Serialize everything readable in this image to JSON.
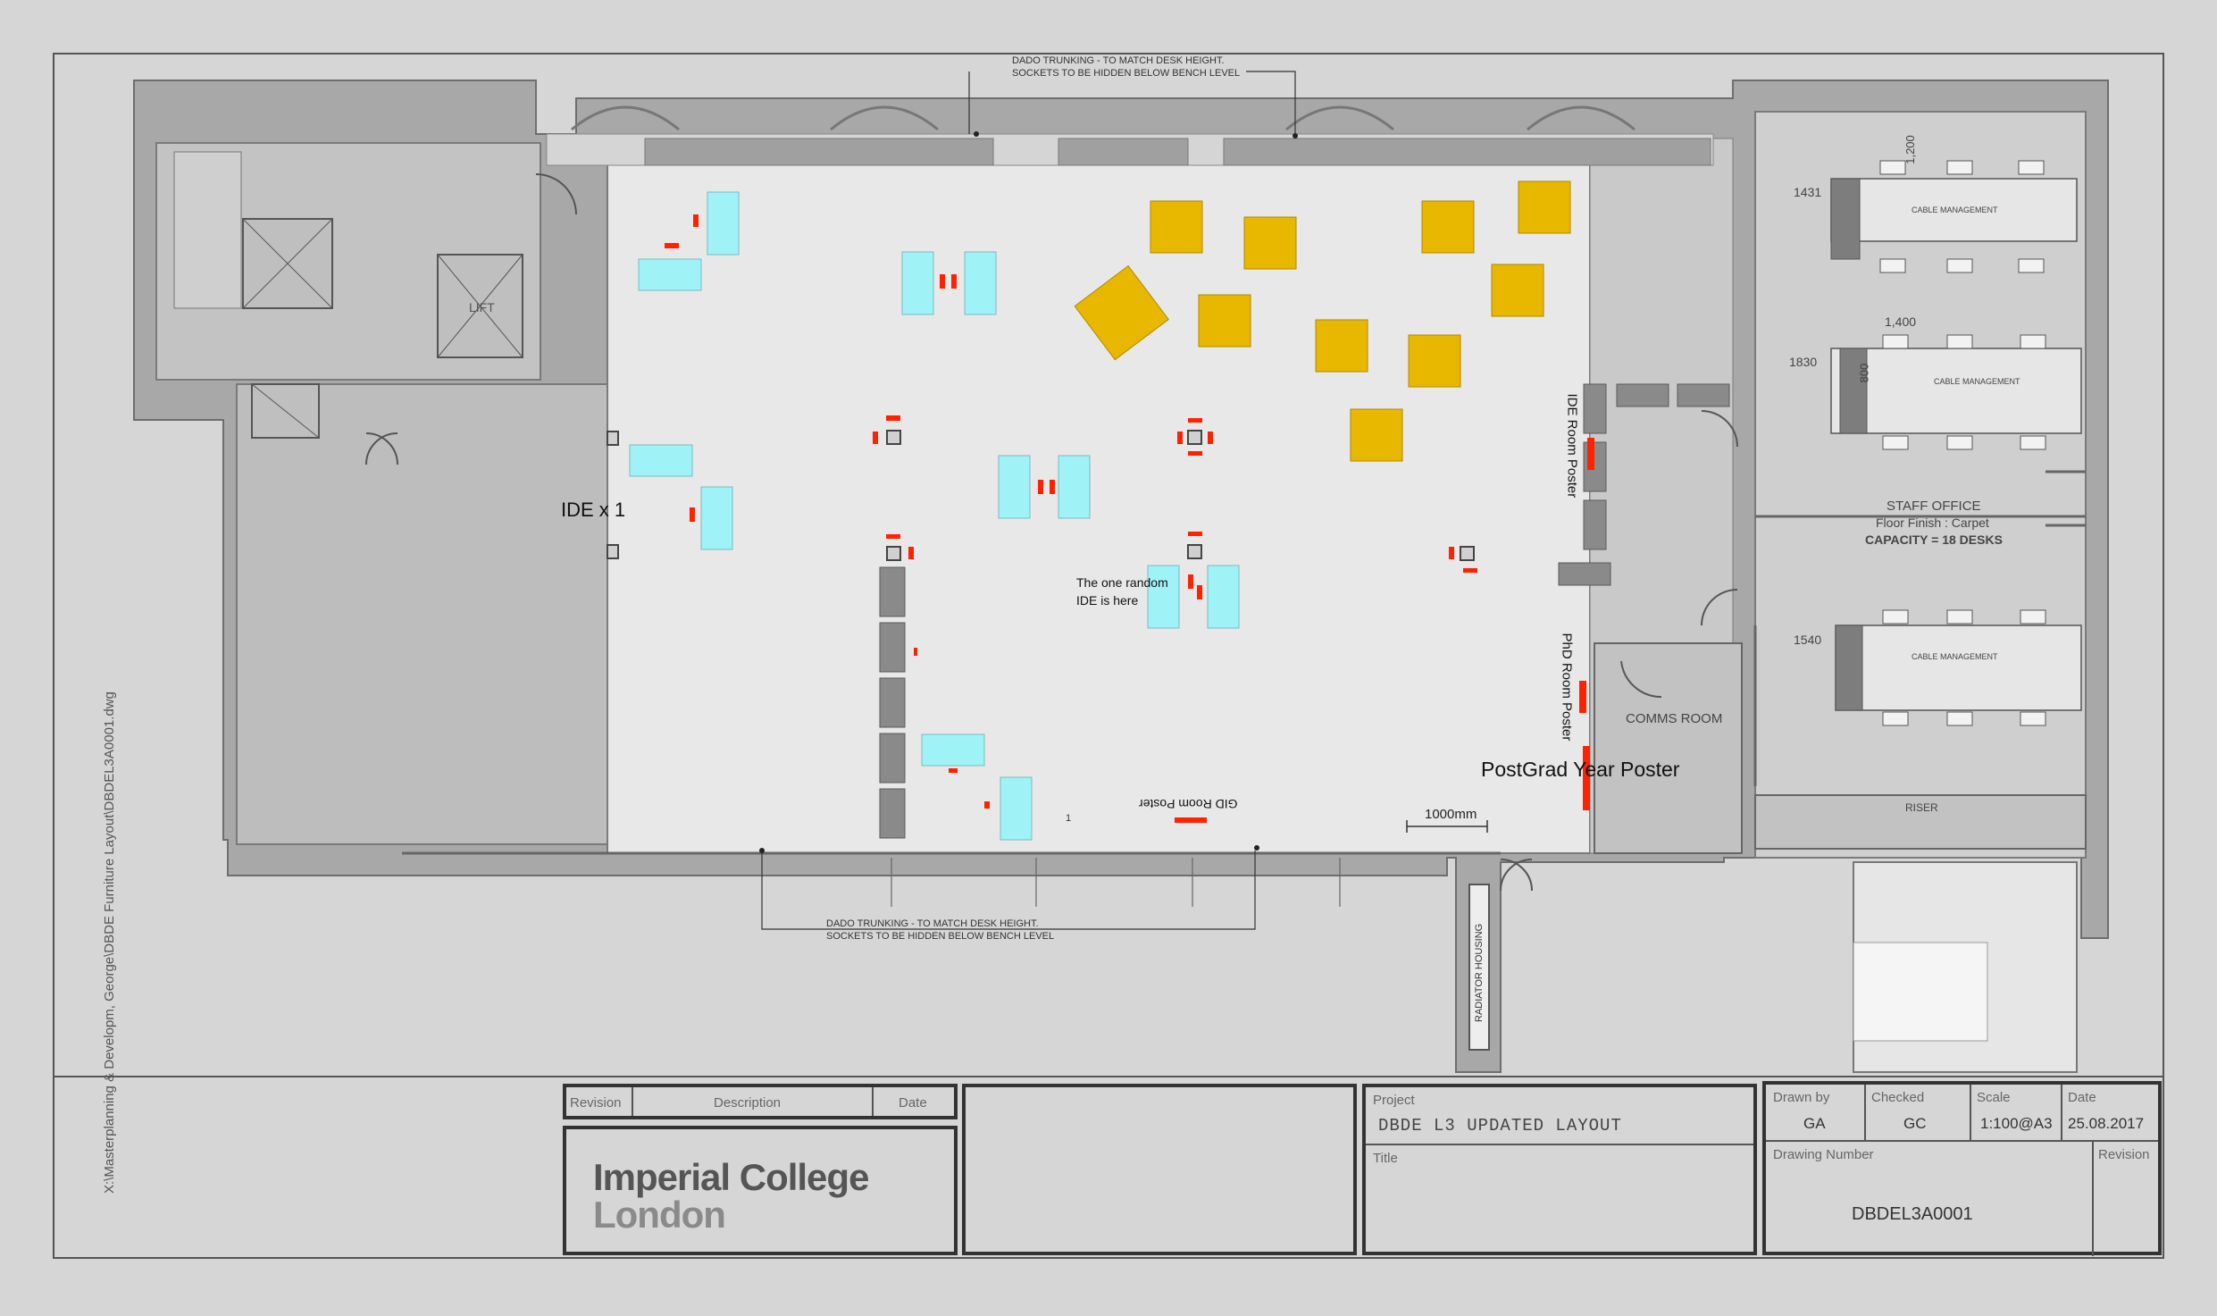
{
  "file_path": "X:\\Masterplanning & Developm, George\\DBDE Furniture Layout\\DBDEL3A0001.dwg",
  "notes": {
    "dado_top_1": "DADO TRUNKING - TO MATCH DESK HEIGHT.",
    "dado_top_2": "SOCKETS TO BE HIDDEN BELOW BENCH LEVEL",
    "dado_bottom_1": "DADO TRUNKING - TO MATCH DESK HEIGHT.",
    "dado_bottom_2": "SOCKETS TO BE HIDDEN BELOW BENCH LEVEL",
    "dim_1000": "1000mm"
  },
  "annotations": {
    "ide_x1": "IDE x 1",
    "random_ide_1": "The one random",
    "random_ide_2": "IDE is here",
    "ide_room_poster": "IDE Room Poster",
    "phd_room_poster": "PhD Room Poster",
    "postgrad_poster": "PostGrad Year Poster",
    "gid_room_poster": "GID Room Poster"
  },
  "rooms": {
    "lift": "LIFT",
    "comms": "COMMS ROOM",
    "riser": "RISER",
    "radiator": "RADIATOR HOUSING",
    "staff_office": "STAFF OFFICE",
    "floor_finish": "Floor Finish : Carpet",
    "capacity": "CAPACITY = 18 DESKS",
    "cable_mgmt": "CABLE MANAGEMENT"
  },
  "dimensions": {
    "d1431": "1431",
    "d1830": "1830",
    "d1540": "1540",
    "d1400": "1,400",
    "d1200": "1,200",
    "d800": "800",
    "d1": "1"
  },
  "title_block": {
    "revision_hdr": "Revision",
    "description_hdr": "Description",
    "date_hdr": "Date",
    "logo_line1": "Imperial College",
    "logo_line2": "London",
    "project_label": "Project",
    "project_value": "DBDE  L3  UPDATED  LAYOUT",
    "title_label": "Title",
    "drawn_by_label": "Drawn by",
    "drawn_by_value": "GA",
    "checked_label": "Checked",
    "checked_value": "GC",
    "scale_label": "Scale",
    "scale_value": "1:100@A3",
    "date_label": "Date",
    "date_value": "25.08.2017",
    "drawing_number_label": "Drawing Number",
    "drawing_number_value": "DBDEL3A0001",
    "revision_label": "Revision"
  },
  "colors": {
    "background": "#d6d6d6",
    "floor": "#e8e8e8",
    "wall": "#a6a6a6",
    "ide_desk": "#9ff2f6",
    "gid_desk": "#e8b800",
    "poster": "#ff2200",
    "bench": "#8a8a8a"
  }
}
